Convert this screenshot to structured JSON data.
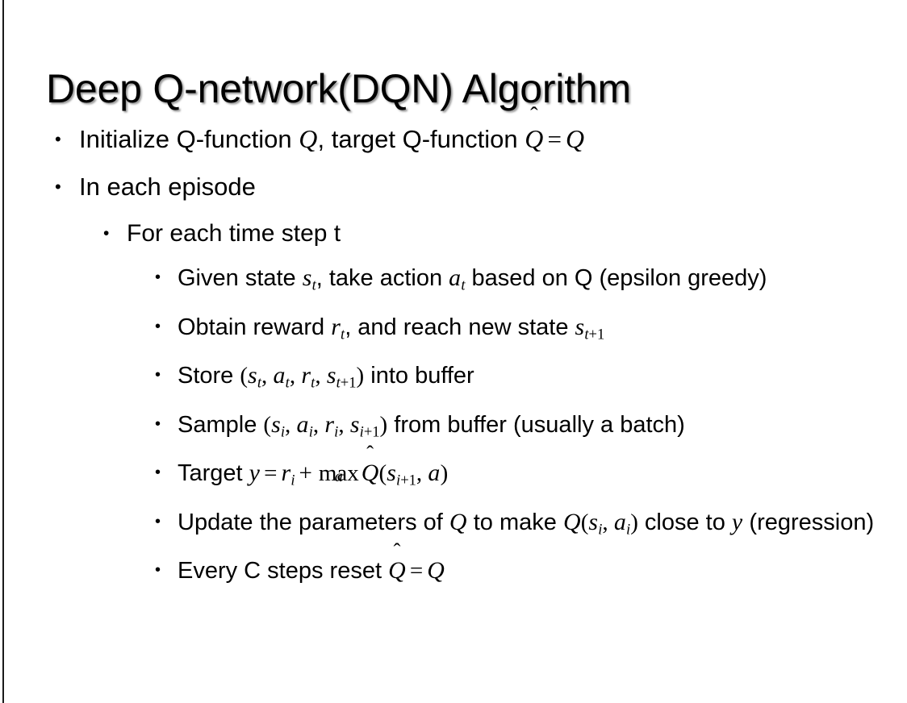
{
  "slide": {
    "background_color": "#ffffff",
    "text_color": "#000000",
    "left_rule_color": "#1a1a1a",
    "title": "Deep Q-network(DQN) Algorithm"
  },
  "bullets": {
    "marker": "•",
    "level1": [
      {
        "id": "initialize",
        "plain": "Initialize Q-function Q, target Q-function Q̂ = Q",
        "parts": {
          "pre": "Initialize Q-function ",
          "q1": "Q",
          "mid": ", target Q-function ",
          "qhat": "Q",
          "accent": "̂",
          "eq": "=",
          "q2": "Q"
        }
      },
      {
        "id": "in-each-episode",
        "plain": "In each episode",
        "parts": {
          "pre": "In each episode"
        }
      }
    ],
    "level2": [
      {
        "id": "for-each-time-step",
        "plain": "For each time step t",
        "parts": {
          "pre": "For each time step t"
        }
      }
    ],
    "level3": [
      {
        "id": "given-state",
        "plain": "Given state sₜ, take action aₜ based on Q (epsilon greedy)",
        "parts": {
          "p1": "Given state ",
          "s": "s",
          "s_sub": "t",
          "p2": ", take action ",
          "a": "a",
          "a_sub": "t",
          "p3": " based on Q (epsilon greedy)"
        }
      },
      {
        "id": "obtain-reward",
        "plain": "Obtain reward rₜ, and reach new state sₜ₊₁",
        "parts": {
          "p1": "Obtain reward ",
          "r": "r",
          "r_sub": "t",
          "p2": ", and reach new state ",
          "s": "s",
          "s_sub_var": "t",
          "s_sub_plus": "+1"
        }
      },
      {
        "id": "store",
        "plain": "Store (sₜ, aₜ, rₜ, sₜ₊₁) into buffer",
        "parts": {
          "p1": "Store ",
          "open": "(",
          "s": "s",
          "s_sub": "t",
          "c1": ", ",
          "a": "a",
          "a_sub": "t",
          "c2": ", ",
          "r": "r",
          "r_sub": "t",
          "c3": ", ",
          "s2": "s",
          "s2_sub_var": "t",
          "s2_sub_plus": "+1",
          "close": ")",
          "p2": " into buffer"
        }
      },
      {
        "id": "sample",
        "plain": "Sample (sᵢ, aᵢ, rᵢ, sᵢ₊₁) from buffer (usually a batch)",
        "parts": {
          "p1": "Sample ",
          "open": "(",
          "s": "s",
          "s_sub": "i",
          "c1": ", ",
          "a": "a",
          "a_sub": "i",
          "c2": ", ",
          "r": "r",
          "r_sub": "i",
          "c3": ", ",
          "s2": "s",
          "s2_sub_var": "i",
          "s2_sub_plus": "+1",
          "close": ")",
          "p2": " from buffer (usually a batch)"
        }
      },
      {
        "id": "target",
        "plain": "Target y = rᵢ + max_a Q̂(sᵢ₊₁, a)",
        "parts": {
          "p1": "Target ",
          "y": "y",
          "eq": "=",
          "r": "r",
          "r_sub": "i",
          "plus": "+",
          "maxop": "max",
          "maxsub": "a",
          "qhat": "Q",
          "accent": "̂",
          "open": "(",
          "s": "s",
          "s_sub_var": "i",
          "s_sub_plus": "+1",
          "c1": ", ",
          "a": "a",
          "close": ")"
        }
      },
      {
        "id": "update-parameters",
        "plain": "Update the parameters of Q to make Q(sᵢ, aᵢ) close to y (regression)",
        "parts": {
          "p1": "Update the parameters of ",
          "q1": "Q",
          "p2": " to make ",
          "q2": "Q",
          "open": "(",
          "s": "s",
          "s_sub": "i",
          "c1": ", ",
          "a": "a",
          "a_sub": "i",
          "close": ")",
          "p3": " close to ",
          "y": "y",
          "p4": " (regression)"
        }
      },
      {
        "id": "every-c-steps",
        "plain": "Every C steps reset Q̂ = Q",
        "parts": {
          "p1": "Every C steps reset ",
          "qhat": "Q",
          "accent": "̂",
          "eq": "=",
          "q2": "Q"
        }
      }
    ]
  }
}
